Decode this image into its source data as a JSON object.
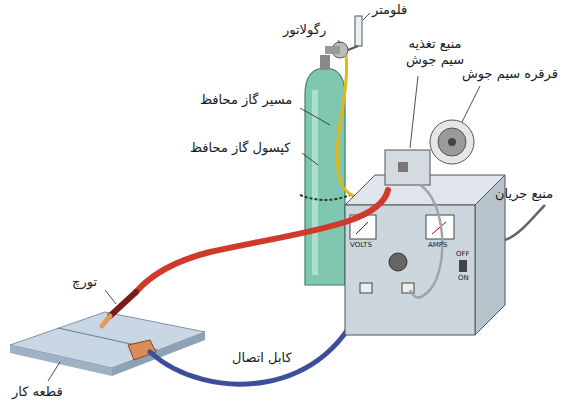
{
  "diagram": {
    "labels": [
      "فلومتر",
      "رگولاتور",
      "منبع تغذیه سیم جوش",
      "قرقره سیم جوش",
      "مسیر گاز محافظ",
      "کپسول گاز محافظ",
      "منبع جریان",
      "تورچ",
      "قطعه کار",
      "کابل اتصال",
      "VOLTS",
      "AMPS",
      "OFF",
      "ON"
    ]
  }
}
